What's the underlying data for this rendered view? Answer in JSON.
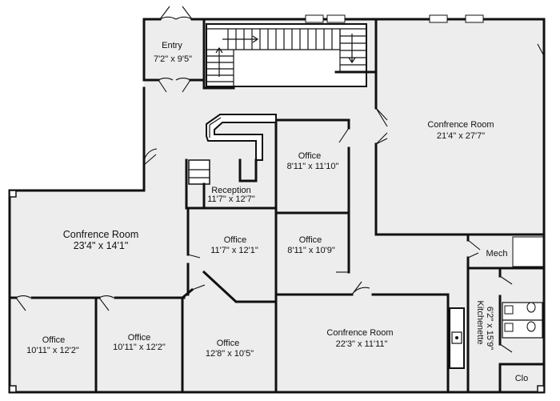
{
  "colors": {
    "floor": "#ededed",
    "wall": "#111111",
    "background": "#ffffff"
  },
  "rooms": {
    "entry": {
      "name": "Entry",
      "size": "7'2\" x 9'5\""
    },
    "conf_ne": {
      "name": "Confrence Room",
      "size": "21'4\" x 27'7\""
    },
    "office_c": {
      "name": "Office",
      "size": "8'11\" x 11'10\""
    },
    "reception": {
      "name": "Reception",
      "size": "11'7\" x 12'7\""
    },
    "conf_w": {
      "name": "Confrence Room",
      "size": "23'4\" x 14'1\""
    },
    "office_m1": {
      "name": "Office",
      "size": "11'7\" x 12'1\""
    },
    "office_m2": {
      "name": "Office",
      "size": "8'11\" x 10'9\""
    },
    "mech": {
      "name": "Mech"
    },
    "kitchenette": {
      "name": "Kitchenette",
      "size": "6'2\" x 15'9\""
    },
    "office_sw1": {
      "name": "Office",
      "size": "10'11\" x 12'2\""
    },
    "office_sw2": {
      "name": "Office",
      "size": "10'11\" x 12'2\""
    },
    "office_sw3": {
      "name": "Office",
      "size": "12'8\" x 10'5\""
    },
    "conf_s": {
      "name": "Confrence Room",
      "size": "22'3\" x 11'11\""
    },
    "clo": {
      "name": "Clo"
    }
  }
}
